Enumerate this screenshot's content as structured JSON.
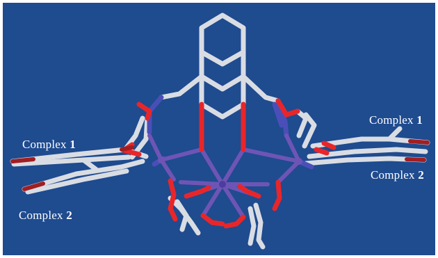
{
  "labels": {
    "left_top": {
      "text": "Complex",
      "number": "1"
    },
    "left_bottom": {
      "text": "Complex",
      "number": "2"
    },
    "right_top": {
      "text": "Complex",
      "number": "1"
    },
    "right_bottom": {
      "text": "Complex",
      "number": "2"
    }
  },
  "colors": {
    "background": "#1f4b8f",
    "carbon_bond": "#d9dde3",
    "oxygen_bond": "#e8262a",
    "nitrogen_bond": "#4a4fb8",
    "metal_bond": "#6e55b5",
    "bromine_bond": "#a11e22"
  }
}
